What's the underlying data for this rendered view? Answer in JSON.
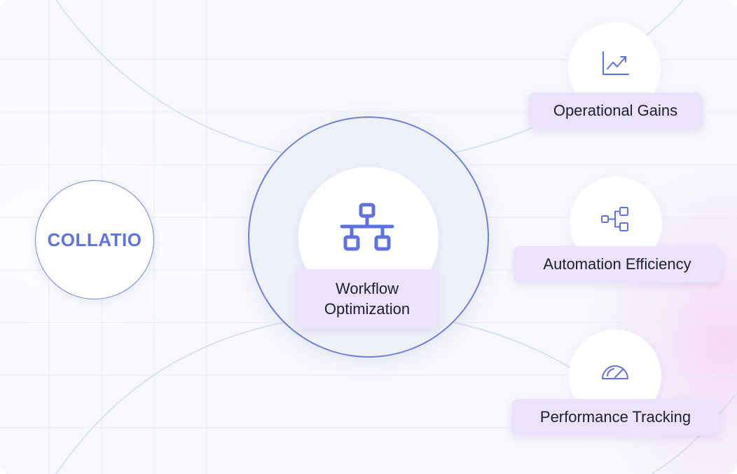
{
  "brand": {
    "name": "COLLATIO",
    "color": "#5f73e0"
  },
  "hub": {
    "label_line1": "Workflow",
    "label_line2": "Optimization",
    "icon": "sitemap-network-icon"
  },
  "nodes": [
    {
      "label": "Operational Gains",
      "icon": "trending-up-chart-icon"
    },
    {
      "label": "Automation Efficiency",
      "icon": "flow-branch-icon"
    },
    {
      "label": "Performance Tracking",
      "icon": "speedometer-gauge-icon"
    }
  ],
  "colors": {
    "accent": "#6f7fdc",
    "pill_bg": "#ebe2fb",
    "background": "#f7f8fd",
    "gradient_pink": "#f6d6f5"
  }
}
